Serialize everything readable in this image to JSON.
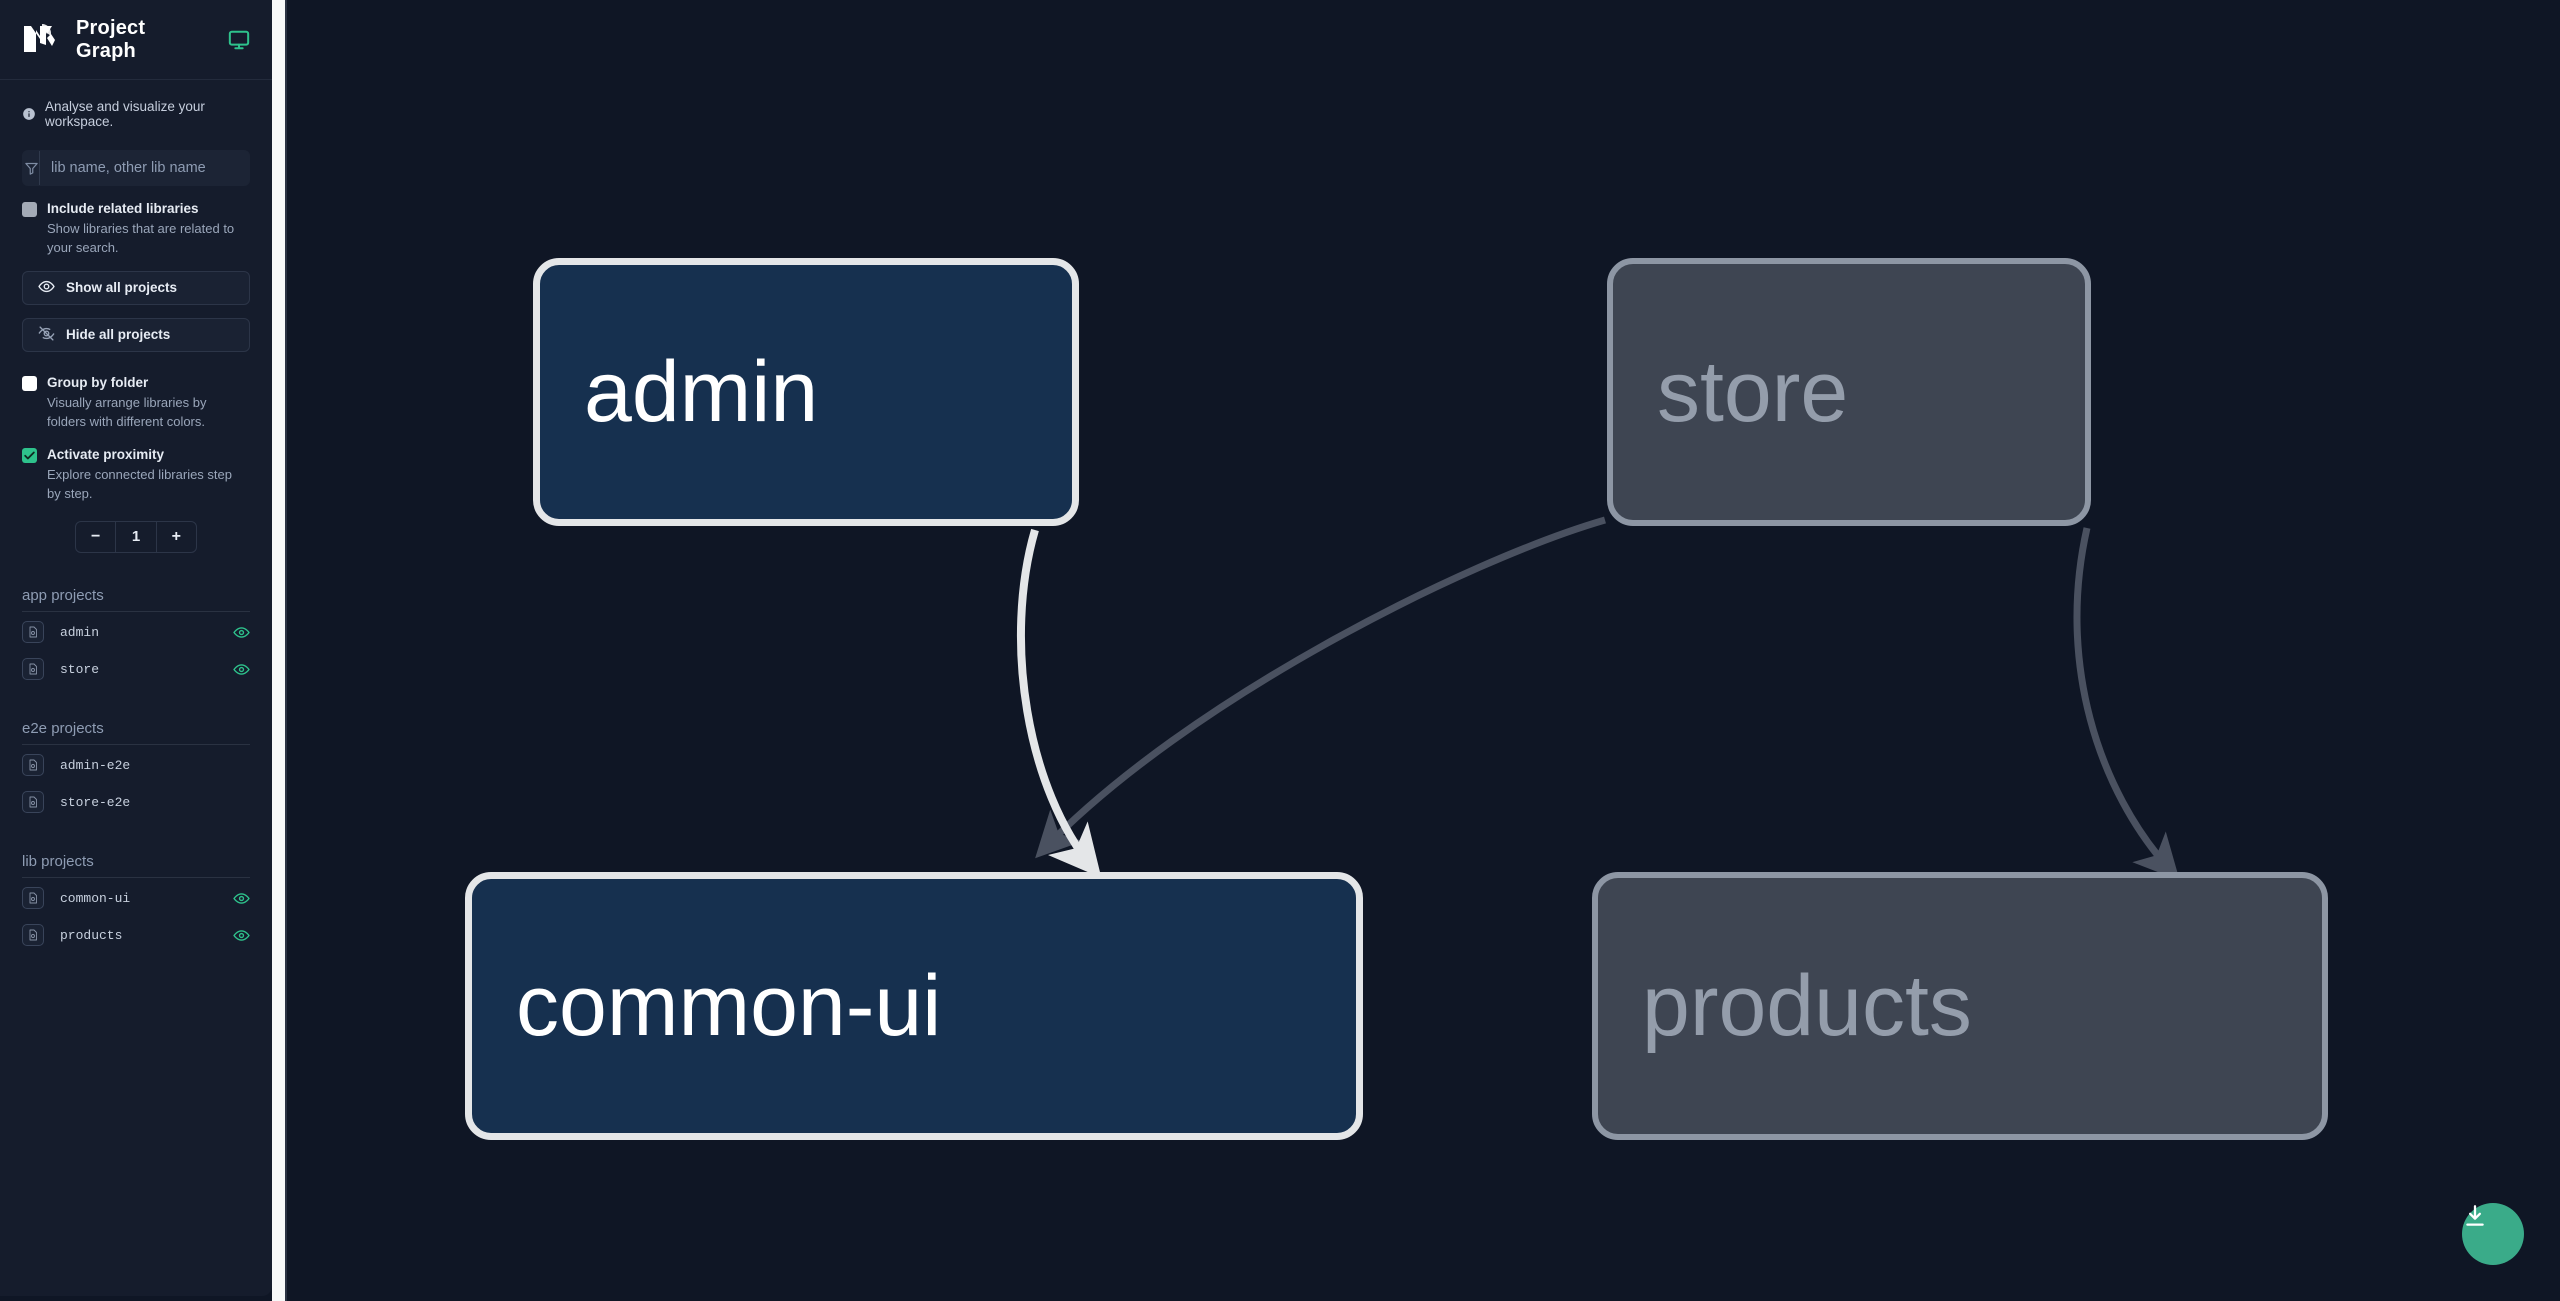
{
  "colors": {
    "app_bg": "#0f1625",
    "sidebar_bg": "#151c2c",
    "accent_green": "#2ec28c",
    "fab_green": "#3aab89",
    "node_active_fill": "#16304f",
    "node_active_border": "#e4e6e8",
    "node_dim_fill": "#3e4552",
    "node_dim_border": "#8d96a4",
    "edge_active": "#e4e6e8",
    "edge_dim": "#4a5160"
  },
  "sidebar": {
    "logo_name": "nx-logo",
    "title": "Project Graph",
    "monitor_icon": "monitor-icon",
    "info_icon": "info-icon",
    "subtitle": "Analyse and visualize your workspace.",
    "search": {
      "icon": "funnel-icon",
      "placeholder": "lib name, other lib name",
      "value": ""
    },
    "include_related": {
      "label": "Include related libraries",
      "description": "Show libraries that are related to your search.",
      "checked": false,
      "checkbox_state": "unchecked-grey"
    },
    "show_all_button": {
      "label": "Show all projects",
      "icon": "eye-icon"
    },
    "hide_all_button": {
      "label": "Hide all projects",
      "icon": "eye-off-icon"
    },
    "group_by_folder": {
      "label": "Group by folder",
      "description": "Visually arrange libraries by folders with different colors.",
      "checked": false,
      "checkbox_state": "unchecked-white"
    },
    "activate_proximity": {
      "label": "Activate proximity",
      "description": "Explore connected libraries step by step.",
      "checked": true,
      "checkbox_state": "checked-green"
    },
    "proximity_stepper": {
      "minus_label": "−",
      "value": "1",
      "plus_label": "+"
    },
    "groups": [
      {
        "title": "app projects",
        "projects": [
          {
            "name": "admin",
            "icon": "project-file-icon",
            "focused": true,
            "eye_icon": "eye-icon"
          },
          {
            "name": "store",
            "icon": "project-file-icon",
            "focused": true,
            "eye_icon": "eye-icon"
          }
        ]
      },
      {
        "title": "e2e projects",
        "projects": [
          {
            "name": "admin-e2e",
            "icon": "project-file-icon",
            "focused": false,
            "eye_icon": ""
          },
          {
            "name": "store-e2e",
            "icon": "project-file-icon",
            "focused": false,
            "eye_icon": ""
          }
        ]
      },
      {
        "title": "lib projects",
        "projects": [
          {
            "name": "common-ui",
            "icon": "project-file-icon",
            "focused": true,
            "eye_icon": "eye-icon"
          },
          {
            "name": "products",
            "icon": "project-file-icon",
            "focused": true,
            "eye_icon": "eye-icon"
          }
        ]
      }
    ]
  },
  "graph": {
    "nodes": [
      {
        "id": "admin",
        "label": "admin",
        "state": "active"
      },
      {
        "id": "store",
        "label": "store",
        "state": "dim"
      },
      {
        "id": "common-ui",
        "label": "common-ui",
        "state": "active"
      },
      {
        "id": "products",
        "label": "products",
        "state": "dim"
      }
    ],
    "edges": [
      {
        "from": "admin",
        "to": "common-ui",
        "state": "active"
      },
      {
        "from": "store",
        "to": "common-ui",
        "state": "dim"
      },
      {
        "from": "store",
        "to": "products",
        "state": "dim"
      }
    ]
  },
  "fab": {
    "name": "download-button",
    "icon": "download-icon"
  }
}
